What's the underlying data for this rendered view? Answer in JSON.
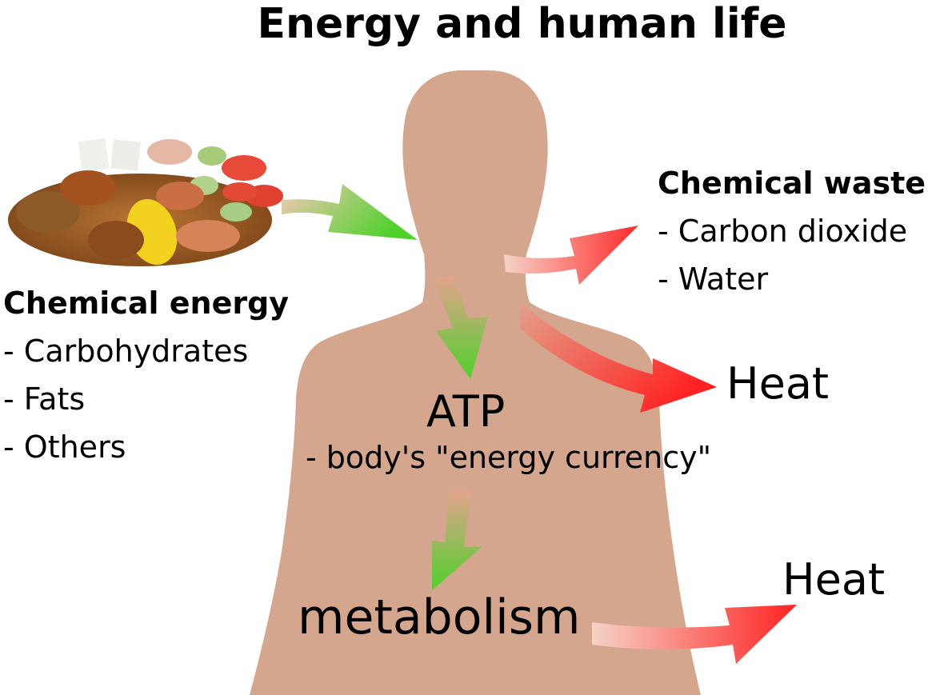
{
  "title": "Energy and human life",
  "chemical_energy": {
    "heading": "Chemical energy",
    "items": [
      "- Carbohydrates",
      "- Fats",
      "- Others"
    ]
  },
  "chemical_waste": {
    "heading": "Chemical waste",
    "items": [
      "- Carbon dioxide",
      "- Water"
    ]
  },
  "atp": {
    "label": "ATP",
    "note": "- body's \"energy currency\""
  },
  "metabolism": {
    "label": "metabolism"
  },
  "heat_upper": {
    "label": "Heat"
  },
  "heat_lower": {
    "label": "Heat"
  },
  "colors": {
    "body": "#d4a68d",
    "arrow_green": "#4fd12b",
    "arrow_red": "#ff2a2a",
    "arrow_fade": "#f0c2b0"
  },
  "icons": [
    "human-silhouette-icon",
    "food-plate-icon"
  ]
}
